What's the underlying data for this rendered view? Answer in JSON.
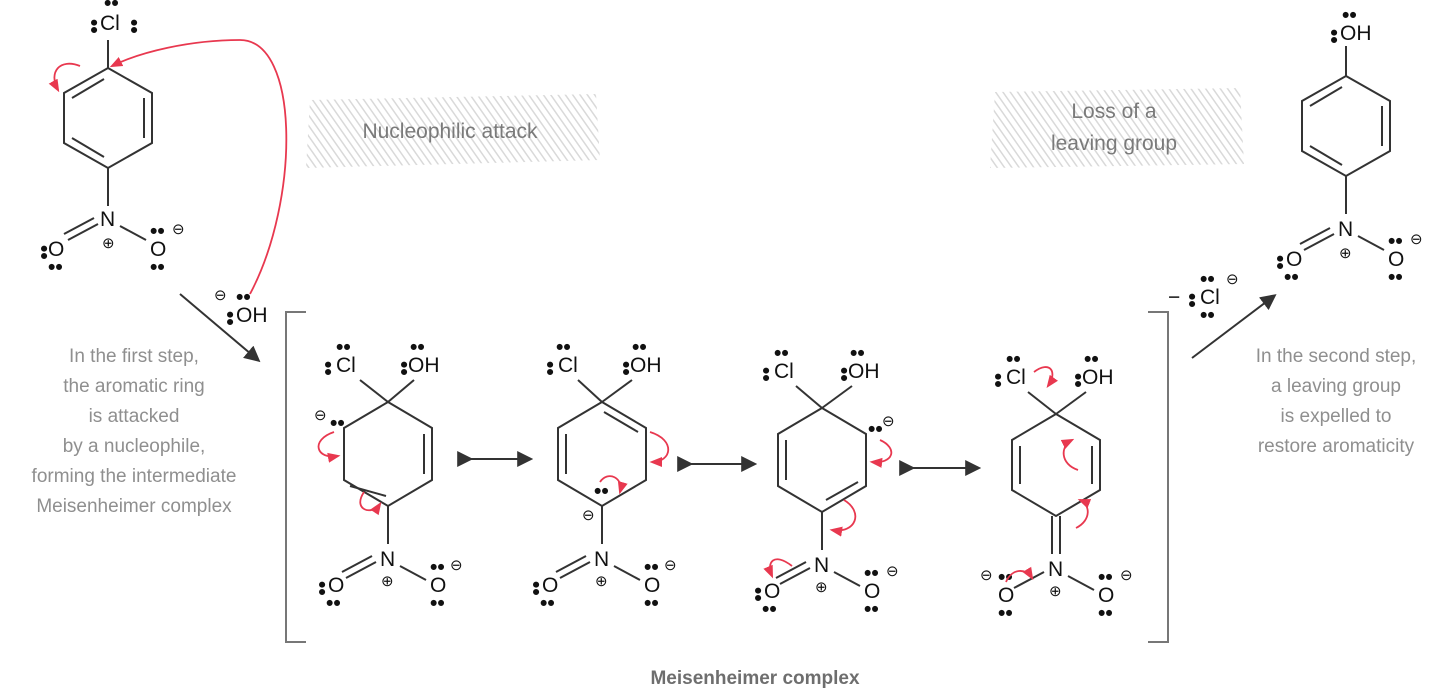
{
  "step_labels": {
    "nucleophilic_attack": "Nucleophilic attack",
    "loss_line1": "Loss of a",
    "loss_line2": "leaving group"
  },
  "left_description": [
    "In the first step,",
    "the aromatic ring",
    "is attacked",
    "by a nucleophile,",
    "forming the intermediate",
    "Meisenheimer complex"
  ],
  "right_description": [
    "In the second step,",
    "a leaving group",
    "is expelled to",
    "restore aromaticity"
  ],
  "caption": "Meisenheimer complex",
  "atoms": {
    "chlorine": "Cl",
    "hydroxyl": "OH",
    "nitrogen": "N",
    "oxygen": "O",
    "leaving_prefix": "−"
  },
  "charges": {
    "negative": "⊖",
    "positive": "⊕"
  },
  "lone_pair": "••",
  "single_dot": "•",
  "colors": {
    "arrow_red": "#e8384f",
    "label_grey": "#8f8f8f",
    "caption_grey": "#6e6e6e",
    "hatch_grey": "#d9d9d9"
  }
}
